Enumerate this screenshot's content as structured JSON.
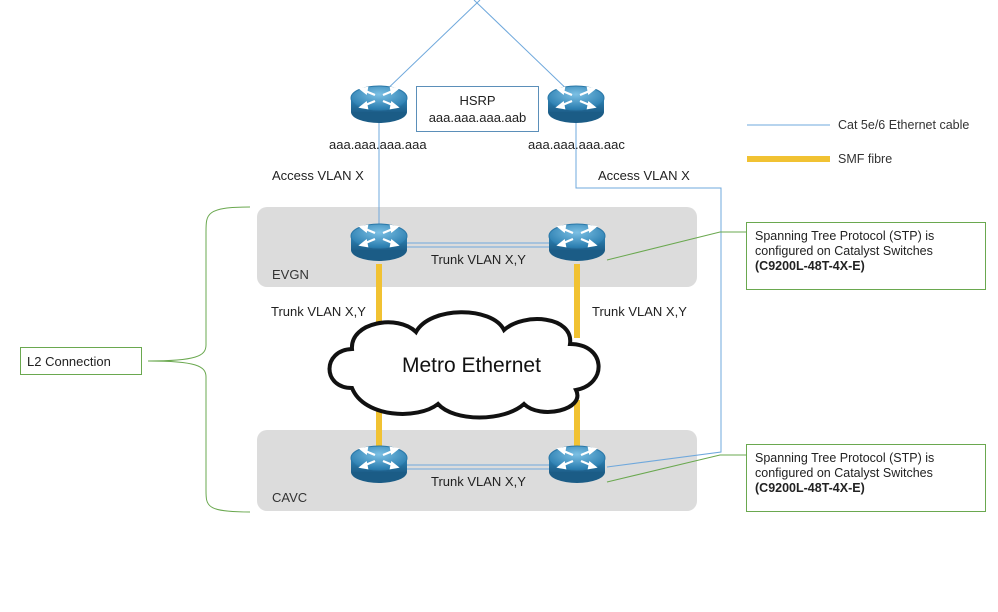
{
  "hsrp": {
    "title": "HSRP",
    "address": "aaa.aaa.aaa.aab"
  },
  "routers": {
    "left_address": "aaa.aaa.aaa.aaa",
    "right_address": "aaa.aaa.aaa.aac"
  },
  "links": {
    "access_left": "Access VLAN X",
    "access_right": "Access VLAN X",
    "trunk_evgn": "Trunk VLAN X,Y",
    "trunk_cavc": "Trunk VLAN X,Y",
    "trunk_left_vertical": "Trunk VLAN X,Y",
    "trunk_right_vertical": "Trunk VLAN X,Y"
  },
  "sites": {
    "top": "EVGN",
    "bottom": "CAVC"
  },
  "cloud": {
    "label": "Metro Ethernet"
  },
  "l2": {
    "label": "L2 Connection"
  },
  "legend": {
    "ethernet_label": "Cat 5e/6 Ethernet cable",
    "ethernet_color": "#6fa8dc",
    "fibre_label": "SMF fibre",
    "fibre_color": "#f1c232"
  },
  "stp_notes": [
    {
      "line1": "Spanning Tree Protocol (STP) is",
      "line2": "configured on Catalyst Switches",
      "model": "(C9200L-48T-4X-E)"
    },
    {
      "line1": "Spanning Tree Protocol (STP) is",
      "line2": "configured on Catalyst Switches",
      "model": "(C9200L-48T-4X-E)"
    }
  ],
  "colors": {
    "site_bg": "#dcdcdc",
    "router_body": "#2f7fb0",
    "router_top": "#66b0d8",
    "bracket": "#6aa84f"
  }
}
